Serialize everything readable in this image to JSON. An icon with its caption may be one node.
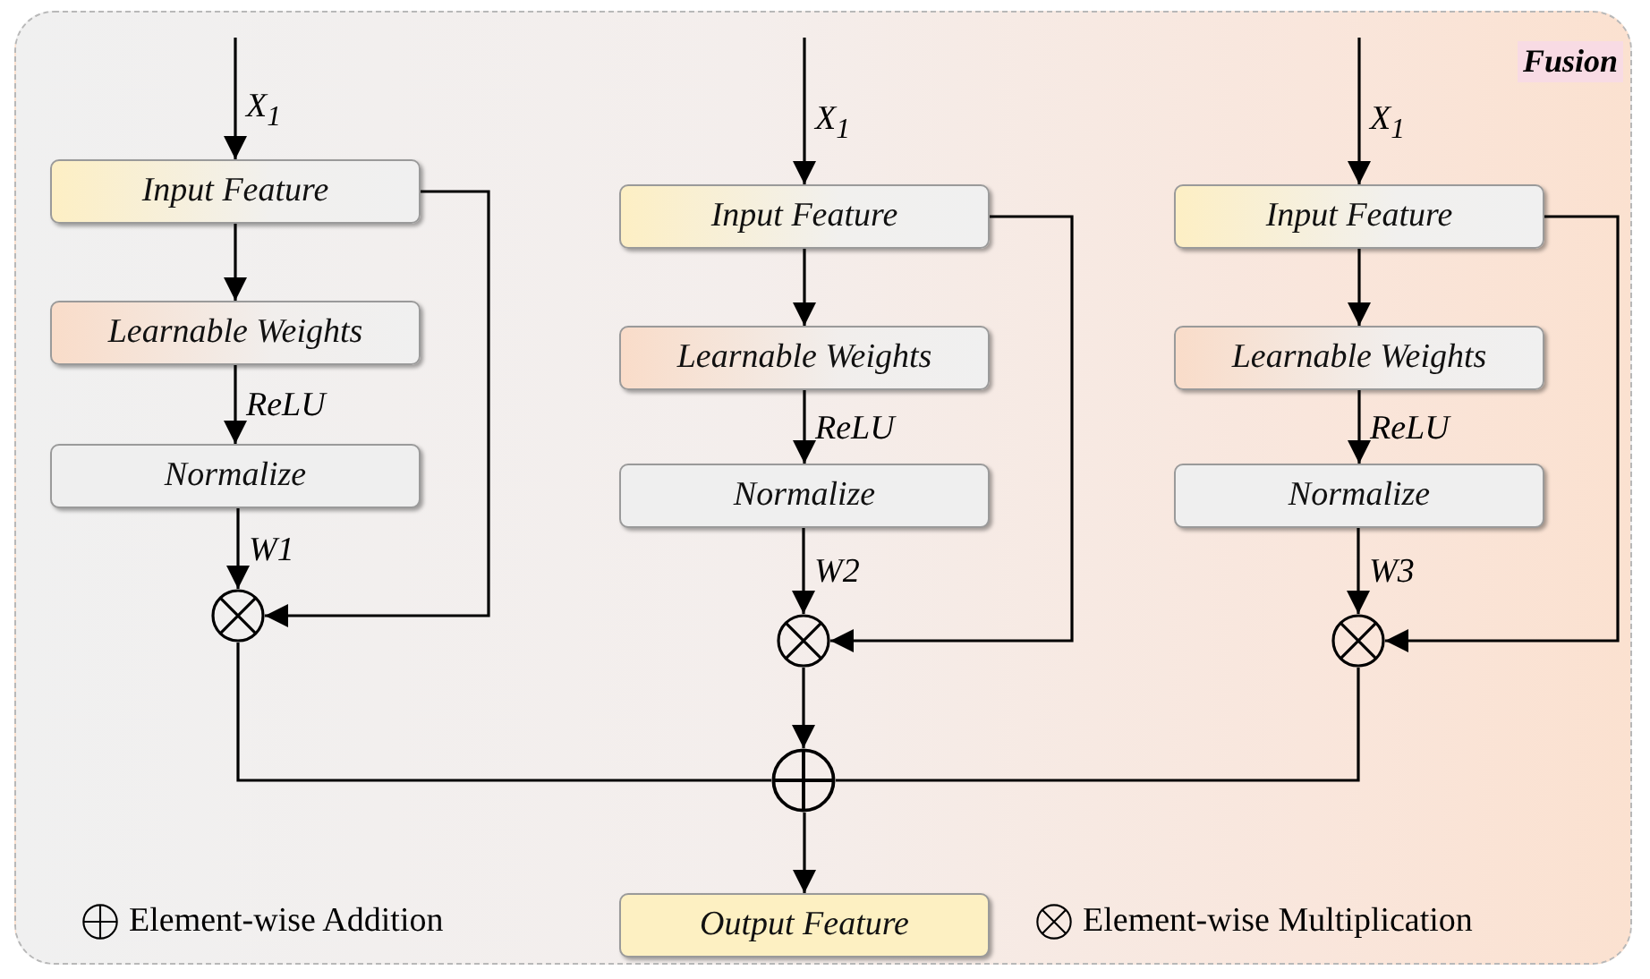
{
  "diagram": {
    "nodes": [
      {
        "text": [
          "Fusion"
        ]
      },
      {
        "text": [
          "Input Feature"
        ],
        "in": 0
      },
      {
        "text": [
          "Learnable Weights"
        ],
        "in": 0
      },
      {
        "text": [
          "Normalize"
        ],
        "in": 0
      },
      {
        "text": [],
        "shape": "circle",
        "in": 0
      },
      {
        "text": [
          "Input Feature"
        ],
        "in": 0
      },
      {
        "text": [
          "Learnable Weights"
        ],
        "in": 0
      },
      {
        "text": [
          "Normalize"
        ],
        "in": 0
      },
      {
        "text": [],
        "shape": "circle",
        "in": 0
      },
      {
        "text": [
          "Input Feature"
        ],
        "in": 0
      },
      {
        "text": [
          "Learnable Weights"
        ],
        "in": 0
      },
      {
        "text": [
          "Normalize"
        ],
        "in": 0
      },
      {
        "text": [],
        "shape": "circle",
        "in": 0
      },
      {
        "text": [],
        "shape": "circle",
        "in": 0
      },
      {
        "text": [
          "Output Feature"
        ],
        "in": 0
      }
    ],
    "edges": [
      {
        "from": null,
        "to": 1,
        "arrow": "to",
        "label": "X$_{1}$"
      },
      {
        "from": 1,
        "to": 2,
        "arrow": "to"
      },
      {
        "from": 2,
        "to": 3,
        "arrow": "to",
        "label": "ReLU"
      },
      {
        "from": 3,
        "to": 4,
        "arrow": "to",
        "label": "W1"
      },
      {
        "from": 1,
        "to": 4,
        "arrow": "to"
      },
      {
        "from": null,
        "to": 5,
        "arrow": "to",
        "label": "X$_{1}$"
      },
      {
        "from": 5,
        "to": 6,
        "arrow": "to"
      },
      {
        "from": 6,
        "to": 7,
        "arrow": "to",
        "label": "ReLU"
      },
      {
        "from": 7,
        "to": 8,
        "arrow": "to",
        "label": "W2"
      },
      {
        "from": 5,
        "to": 8,
        "arrow": "to"
      },
      {
        "from": null,
        "to": 9,
        "arrow": "to",
        "label": "X$_{1}$"
      },
      {
        "from": 9,
        "to": 10,
        "arrow": "to"
      },
      {
        "from": 10,
        "to": 11,
        "arrow": "to",
        "label": "ReLU"
      },
      {
        "from": 11,
        "to": 12,
        "arrow": "to",
        "label": "W3"
      },
      {
        "from": 9,
        "to": 12,
        "arrow": "to"
      },
      {
        "from": 4,
        "to": 13,
        "arrow": "none"
      },
      {
        "from": 8,
        "to": 13,
        "arrow": "to"
      },
      {
        "from": 12,
        "to": 13,
        "arrow": "none"
      },
      {
        "from": 13,
        "to": 14,
        "arrow": "to"
      }
    ],
    "legend": [
      {
        "text": "Element-wise Addition"
      },
      {
        "text": "Element-wise Multiplication"
      }
    ]
  }
}
